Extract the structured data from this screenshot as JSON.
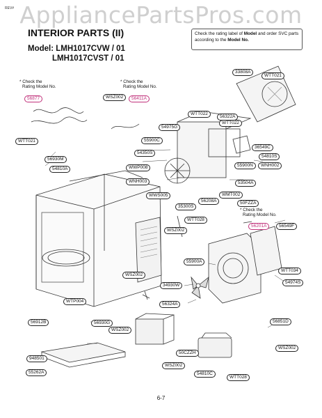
{
  "watermark": "AppliancePartsPros.com",
  "rev_mark": "REV#",
  "title": "INTERIOR PARTS (II)",
  "model_line1": "Model: LMH1017CVW / 01",
  "model_line2": "LMH1017CVST / 01",
  "note": {
    "text1": "Check the rating label of ",
    "bold1": "Model",
    "text2": " and order SVC parts according to the ",
    "bold2": "Model No."
  },
  "check_note_line1": "* Check the",
  "check_note_line2": "Rating Model No.",
  "page_number": "6-7",
  "labels": {
    "p33808A": "33808A",
    "pWTT021a": "WTT021",
    "pWSZ002a": "WSZ002",
    "p56411A": "56411A",
    "p56877": "56877",
    "pWTT022a": "WTT022",
    "p56322A": "56322A",
    "p54975G": "54975G",
    "pWTT022b": "WTT022",
    "p55900C": "55900C",
    "p36549C": "36549C",
    "p54810S": "54810S",
    "p54350S": "54350S",
    "p55900N": "55900N",
    "pWNH002": "WNH002",
    "pWTT021b": "WTT021",
    "p56930M": "56930M",
    "p54810A": "54810A",
    "pWWP008": "WWP008",
    "pWNH003": "WNH003",
    "pWWS005": "WWS005",
    "p35300S": "35300S",
    "p53504A": "53504A",
    "p56208A": "56208A",
    "pWMT002": "WMT002",
    "p50FZZA": "50FZZA",
    "p56201A": "56201A",
    "p56549F": "56549F",
    "pWTT028a": "WTT028",
    "pWSZ002b": "WSZ002",
    "p55900A": "55900A",
    "pWTT034": "WTT034",
    "pWSZ002c": "WSZ002",
    "p34930W": "34930W",
    "p54974S": "54974S",
    "p56324A": "56324A",
    "pWTP004": "WTP004",
    "p56912B": "56912B",
    "p56930G": "56930G",
    "pWSZ002d": "WSZ002",
    "p56851D": "56851D",
    "p948501": "948501",
    "p55262A": "55262A",
    "p50CZZH": "50CZZH",
    "pWSZ002e": "WSZ002",
    "pWSZ002f": "WSZ002",
    "p54810C": "54810C",
    "pWTT028b": "WTT028"
  }
}
